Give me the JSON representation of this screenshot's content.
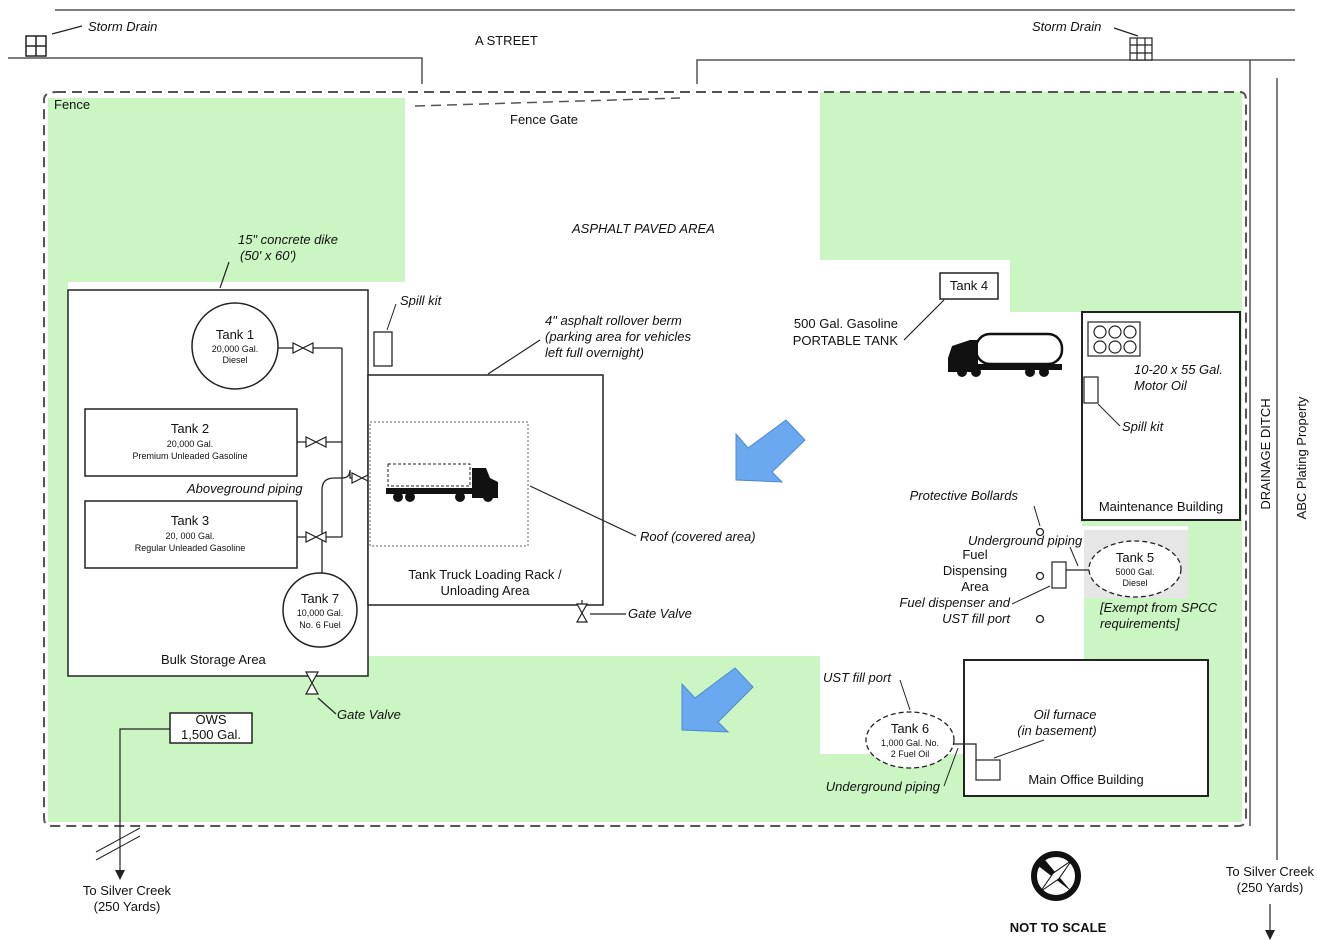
{
  "street": {
    "name": "A STREET",
    "storm_drain_left": "Storm Drain",
    "storm_drain_right": "Storm Drain"
  },
  "fence": {
    "label": "Fence",
    "gate": "Fence Gate"
  },
  "paved_area": "ASPHALT PAVED AREA",
  "dike": {
    "line1": "15\" concrete dike",
    "line2": "(50' x 60')"
  },
  "spill_kit_bulk": "Spill kit",
  "berm": {
    "line1": "4\" asphalt rollover berm",
    "line2": "(parking area for vehicles",
    "line3": "left full overnight)"
  },
  "tanks": {
    "t1": {
      "name": "Tank 1",
      "cap": "20,000 Gal.",
      "type": "Diesel"
    },
    "t2": {
      "name": "Tank 2",
      "cap": "20,000 Gal.",
      "type": "Premium Unleaded Gasoline"
    },
    "t3": {
      "name": "Tank 3",
      "cap": "20, 000 Gal.",
      "type": "Regular Unleaded Gasoline"
    },
    "t4": {
      "name": "Tank 4",
      "desc1": "500 Gal. Gasoline",
      "desc2": "PORTABLE TANK"
    },
    "t5": {
      "name": "Tank 5",
      "cap": "5000 Gal.",
      "type": "Diesel",
      "exempt1": "[Exempt from SPCC",
      "exempt2": "requirements]"
    },
    "t6": {
      "name": "Tank 6",
      "cap": "1,000 Gal. No.",
      "type": "2 Fuel Oil"
    },
    "t7": {
      "name": "Tank 7",
      "cap": "10,000 Gal.",
      "type": "No. 6 Fuel"
    }
  },
  "aboveground_piping": "Aboveground piping",
  "bulk_storage": "Bulk Storage Area",
  "loading": {
    "line1": "Tank Truck Loading Rack /",
    "line2": "Unloading Area"
  },
  "roof": "Roof (covered area)",
  "gate_valve_1": "Gate Valve",
  "gate_valve_2": "Gate Valve",
  "ows": {
    "line1": "OWS",
    "line2": "1,500 Gal."
  },
  "creek_left": {
    "line1": "To Silver Creek",
    "line2": "(250 Yards)"
  },
  "creek_right": {
    "line1": "To Silver Creek",
    "line2": "(250 Yards)"
  },
  "maintenance": {
    "drums1": "10-20 x 55 Gal.",
    "drums2": "Motor Oil",
    "spill": "Spill kit",
    "name": "Maintenance Building"
  },
  "drainage": "DRAINAGE DITCH",
  "neighbor": "ABC Plating Property",
  "bollards": "Protective Bollards",
  "ug_piping_1": "Underground piping",
  "fuel_area": {
    "line1": "Fuel",
    "line2": "Dispensing",
    "line3": "Area"
  },
  "dispenser": {
    "line1": "Fuel dispenser and",
    "line2": "UST fill port"
  },
  "ust_fill": "UST fill port",
  "ug_piping_2": "Underground piping",
  "furnace": {
    "line1": "Oil furnace",
    "line2": "(in basement)"
  },
  "office": "Main Office Building",
  "scale": "NOT TO SCALE",
  "colors": {
    "green": "#ccf5c4",
    "arrow": "#6aa8ef",
    "line": "#222222"
  }
}
